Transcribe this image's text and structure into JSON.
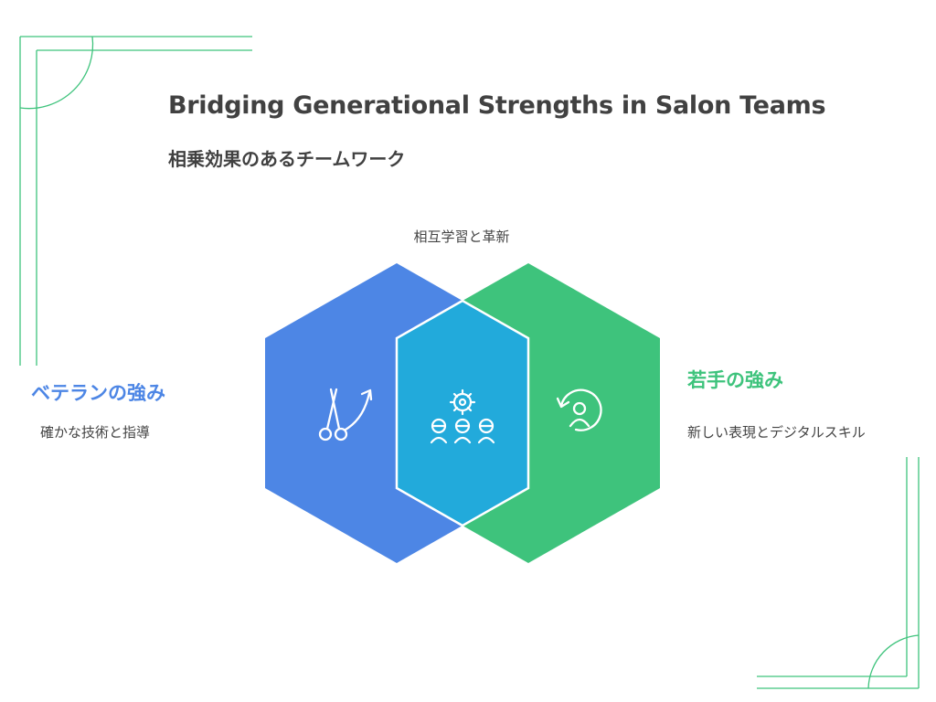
{
  "title": "Bridging Generational Strengths in Salon Teams",
  "subtitle": "相乗効果のあるチームワーク",
  "center": {
    "label": "相互学習と革新",
    "icon": "team-gear-icon",
    "color": "#22aadb"
  },
  "left": {
    "heading": "ベテランの強み",
    "description": "確かな技術と指導",
    "icon": "scissors-growth-icon",
    "color": "#4d86e5"
  },
  "right": {
    "heading": "若手の強み",
    "description": "新しい表現とデジタルスキル",
    "icon": "refresh-person-icon",
    "color": "#3ec37c"
  },
  "decoration_color": "#3ec37c"
}
